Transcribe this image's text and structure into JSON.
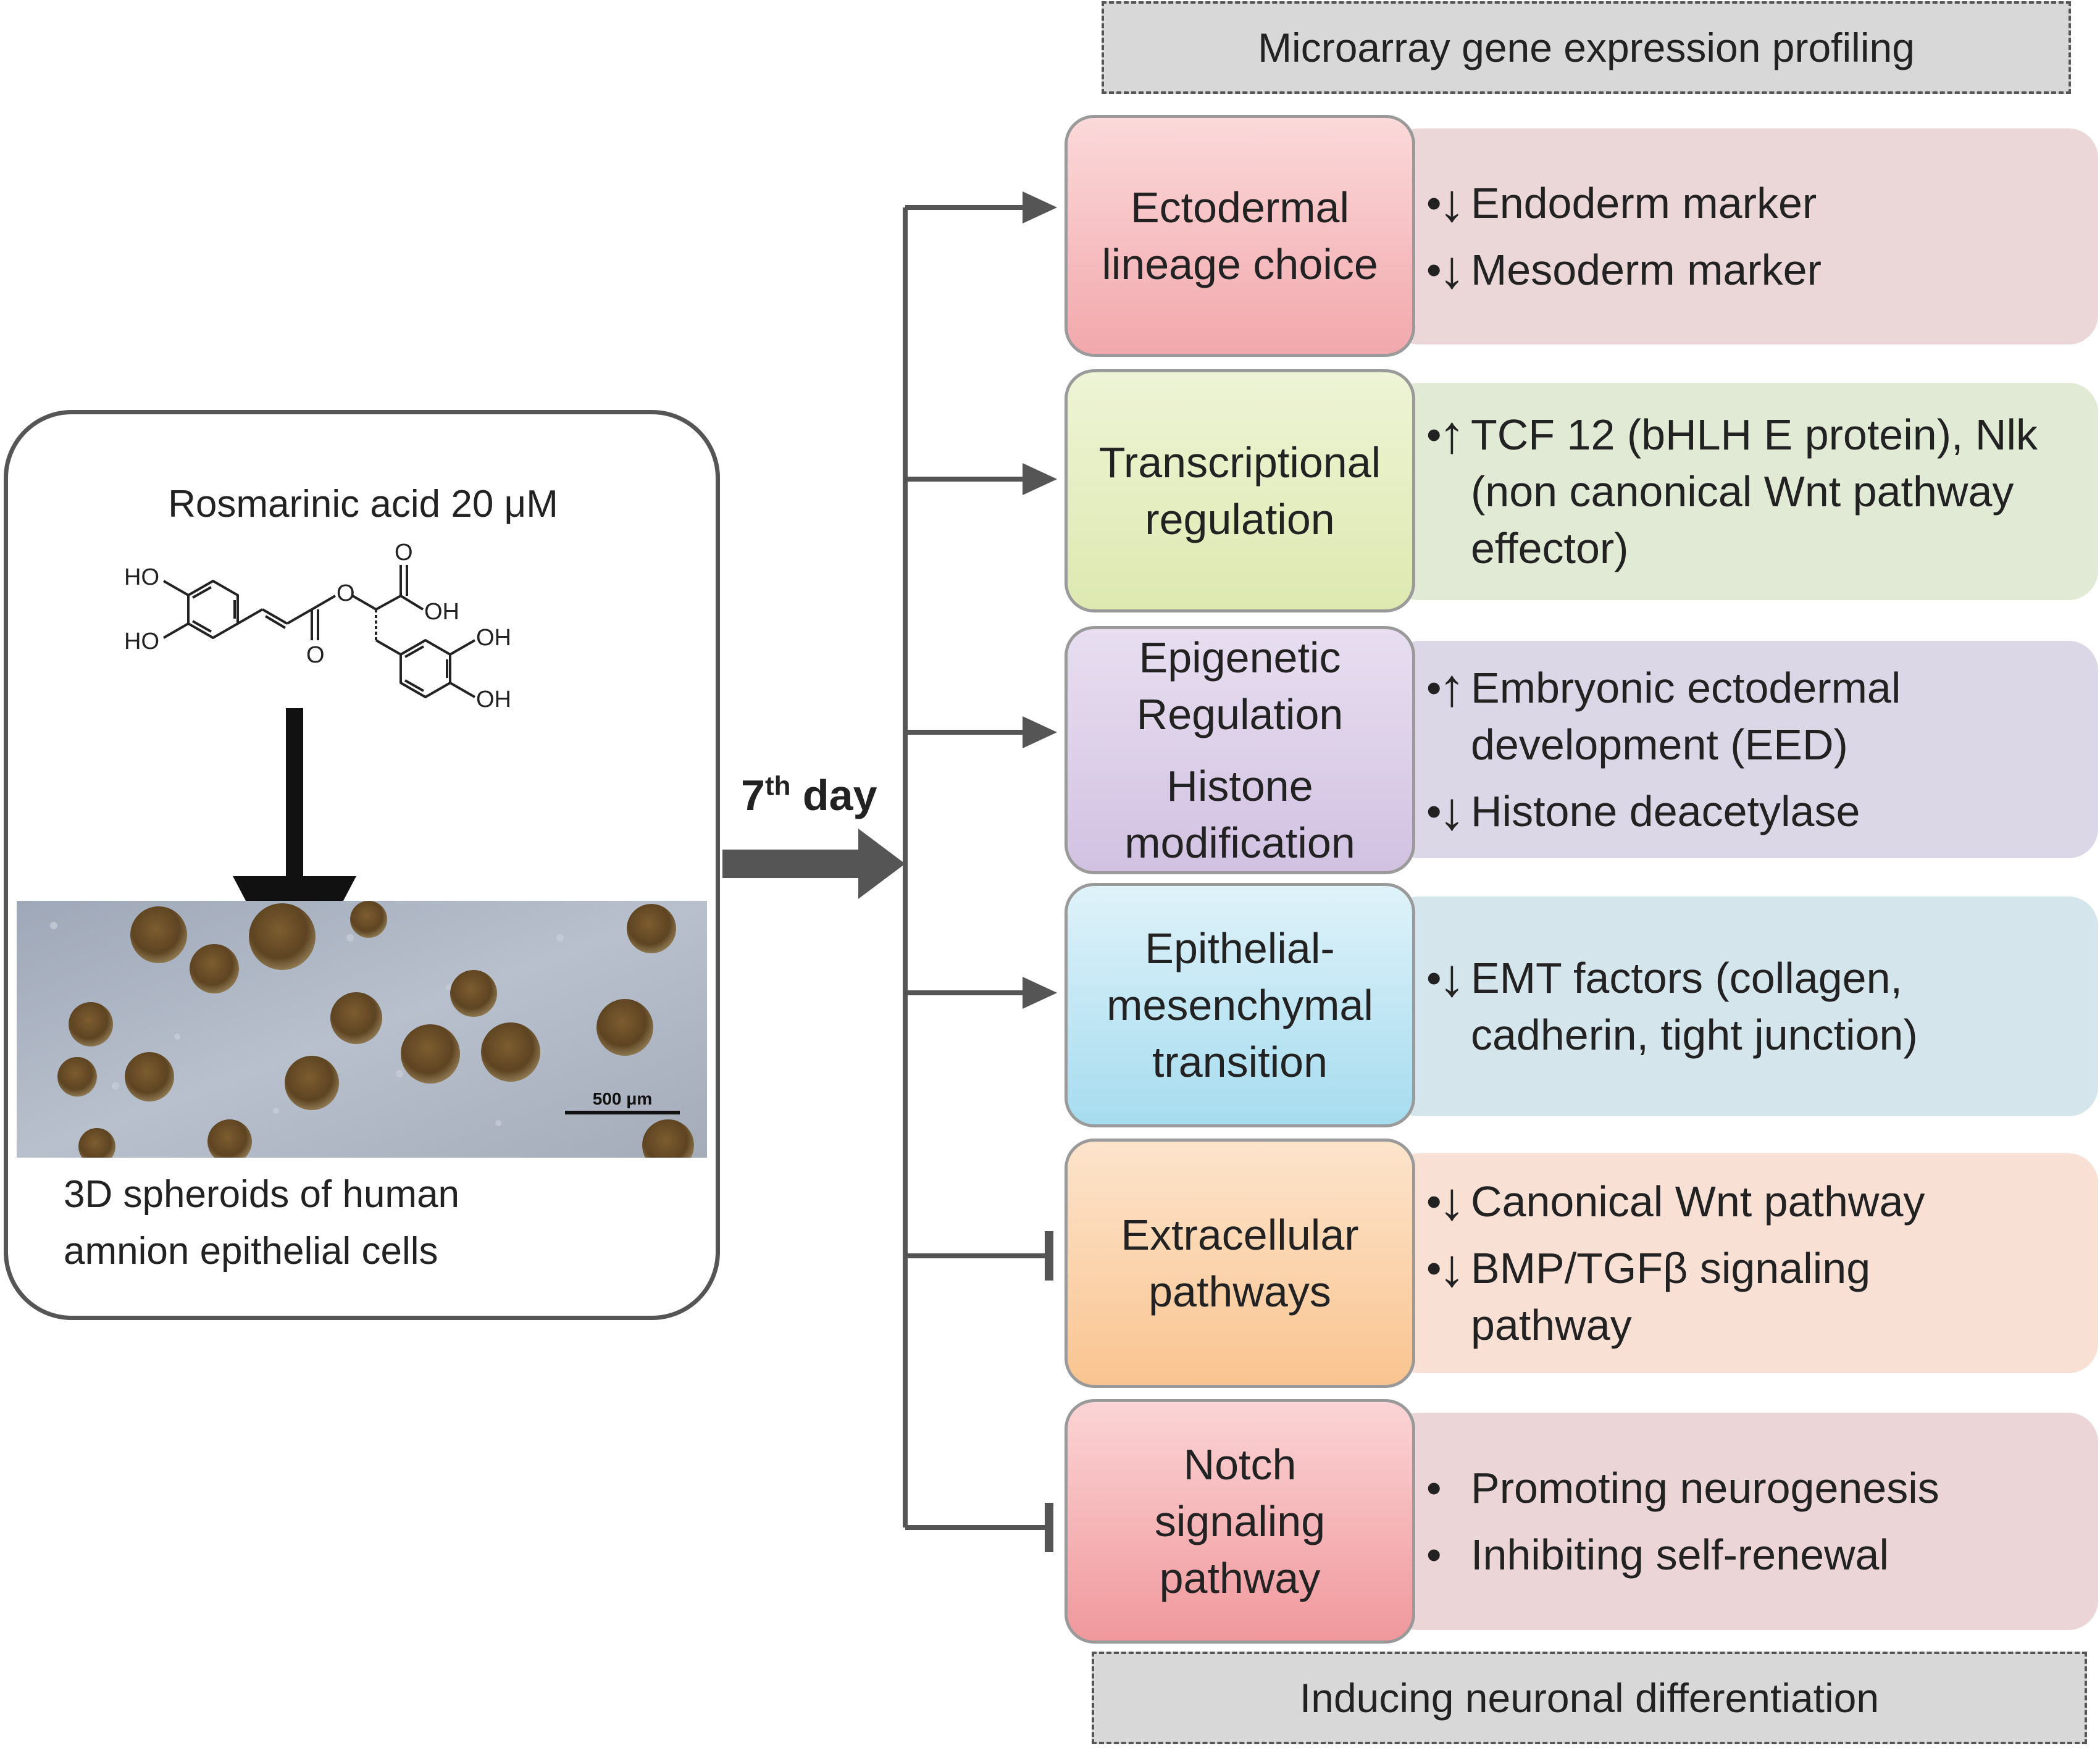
{
  "header": {
    "text": "Microarray gene expression profiling"
  },
  "footer": {
    "text": "Inducing neuronal differentiation"
  },
  "left_panel": {
    "compound": "Rosmarinic acid 20 μM",
    "atoms": {
      "ho1": "HO",
      "ho2": "HO",
      "o1": "O",
      "o2": "O",
      "o3": "O",
      "oh1": "OH",
      "oh2": "OH",
      "oh3": "OH"
    },
    "scale_bar": "500 μm",
    "caption": [
      "3D spheroids of human",
      "amnion epithelial cells"
    ]
  },
  "arrow_label": {
    "main": "7",
    "sup": "th",
    "rest": " day"
  },
  "colors": {
    "pink": "#f2a8ac",
    "green": "#dde9b0",
    "purple": "#d2c2e2",
    "blue": "#a6dcef",
    "orange": "#f9c490",
    "red": "#f0989c",
    "arrow": "#555555"
  },
  "categories": [
    {
      "title": [
        "Ectodermal",
        "lineage choice"
      ],
      "connector": "activate",
      "items": [
        {
          "bullet": "•",
          "dir": "↓",
          "lines": [
            "Endoderm marker"
          ]
        },
        {
          "bullet": "•",
          "dir": "↓",
          "lines": [
            "Mesoderm marker"
          ]
        }
      ]
    },
    {
      "title": [
        "Transcriptional",
        "regulation"
      ],
      "connector": "activate",
      "items": [
        {
          "bullet": "•",
          "dir": "↑",
          "lines": [
            "TCF 12 (bHLH E protein), Nlk",
            "(non canonical Wnt pathway",
            "effector)"
          ]
        }
      ]
    },
    {
      "title": [
        "Epigenetic",
        "Regulation"
      ],
      "subtitle": [
        "Histone",
        "modification"
      ],
      "connector": "activate",
      "items": [
        {
          "bullet": "•",
          "dir": "↑",
          "lines": [
            "Embryonic ectodermal",
            "development (EED)"
          ]
        },
        {
          "bullet": "•",
          "dir": "↓",
          "lines": [
            "Histone deacetylase"
          ]
        }
      ]
    },
    {
      "title": [
        "Epithelial-",
        "mesenchymal",
        "transition"
      ],
      "connector": "activate",
      "items": [
        {
          "bullet": "•",
          "dir": "↓",
          "lines": [
            "EMT factors (collagen,",
            "cadherin, tight junction)"
          ]
        }
      ]
    },
    {
      "title": [
        "Extracellular",
        "pathways"
      ],
      "connector": "inhibit",
      "items": [
        {
          "bullet": "•",
          "dir": "↓",
          "lines": [
            "Canonical Wnt pathway"
          ]
        },
        {
          "bullet": "•",
          "dir": "↓",
          "lines": [
            "BMP/TGFβ signaling",
            "pathway"
          ]
        }
      ]
    },
    {
      "title": [
        "Notch",
        "signaling",
        "pathway"
      ],
      "connector": "inhibit",
      "items": [
        {
          "bullet": "•",
          "dir": "",
          "lines": [
            "Promoting neurogenesis"
          ]
        },
        {
          "bullet": "•",
          "dir": "",
          "lines": [
            "Inhibiting self-renewal"
          ]
        }
      ]
    }
  ]
}
